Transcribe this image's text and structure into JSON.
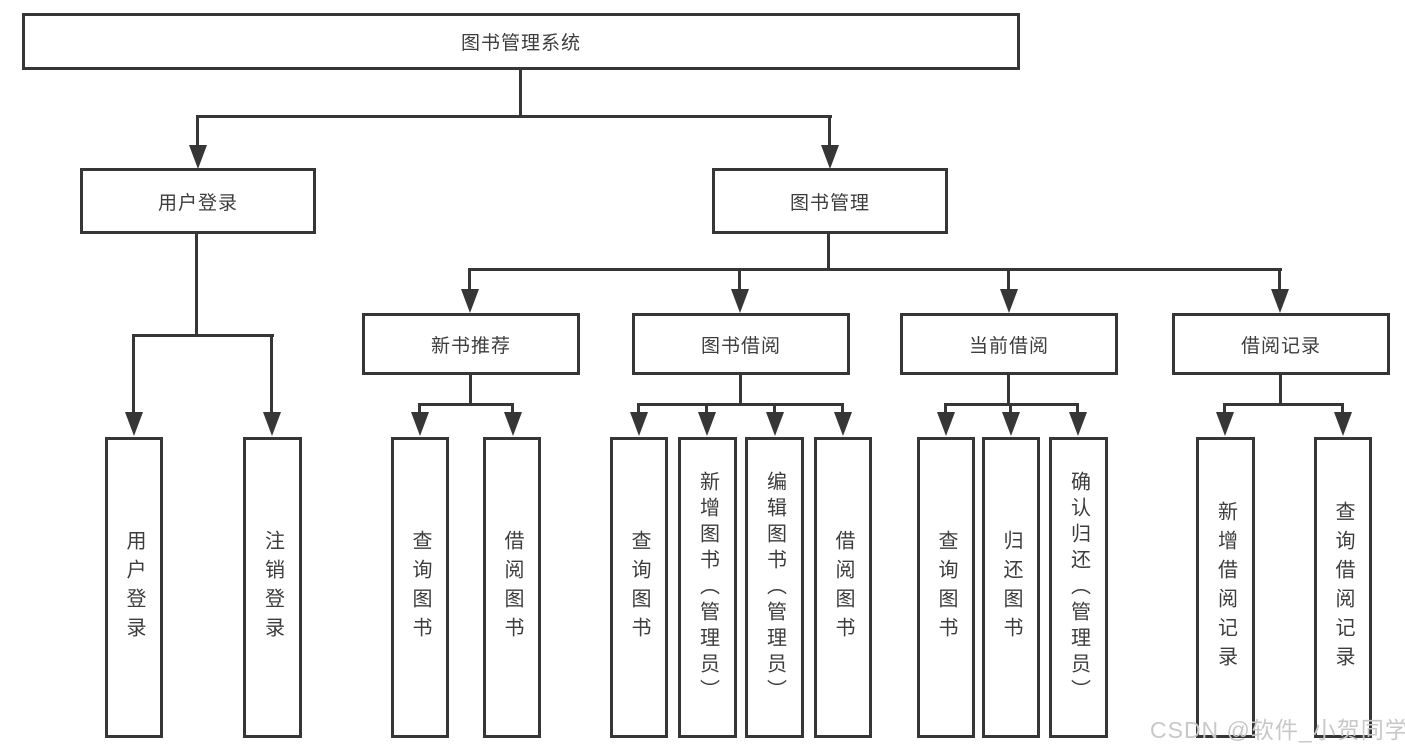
{
  "diagram": {
    "title": "图书管理系统",
    "watermark": "CSDN @软件_小贺同学",
    "colors": {
      "line": "#363636",
      "text": "#3d3d3d",
      "box_background": "#ffffff",
      "page_background": "#ffffff",
      "watermark": "#c8c8c8"
    },
    "nodes": {
      "root": {
        "label": "图书管理系统"
      },
      "user_login": {
        "label": "用户登录"
      },
      "book_mgmt": {
        "label": "图书管理"
      },
      "new_books": {
        "label": "新书推荐"
      },
      "book_borrow": {
        "label": "图书借阅"
      },
      "current_borrow": {
        "label": "当前借阅"
      },
      "borrow_records": {
        "label": "借阅记录"
      },
      "leaves": {
        "login": {
          "label": "用户登录"
        },
        "logout": {
          "label": "注销登录"
        },
        "nb_query": {
          "label": "查询图书"
        },
        "nb_borrow": {
          "label": "借阅图书"
        },
        "bb_query": {
          "label": "查询图书"
        },
        "bb_add": {
          "label": "新增图书（管理员）"
        },
        "bb_edit": {
          "label": "编辑图书（管理员）"
        },
        "bb_borrow": {
          "label": "借阅图书"
        },
        "cb_query": {
          "label": "查询图书"
        },
        "cb_return": {
          "label": "归还图书"
        },
        "cb_confirm": {
          "label": "确认归还（管理员）"
        },
        "br_add": {
          "label": "新增借阅记录"
        },
        "br_query": {
          "label": "查询借阅记录"
        }
      }
    }
  }
}
